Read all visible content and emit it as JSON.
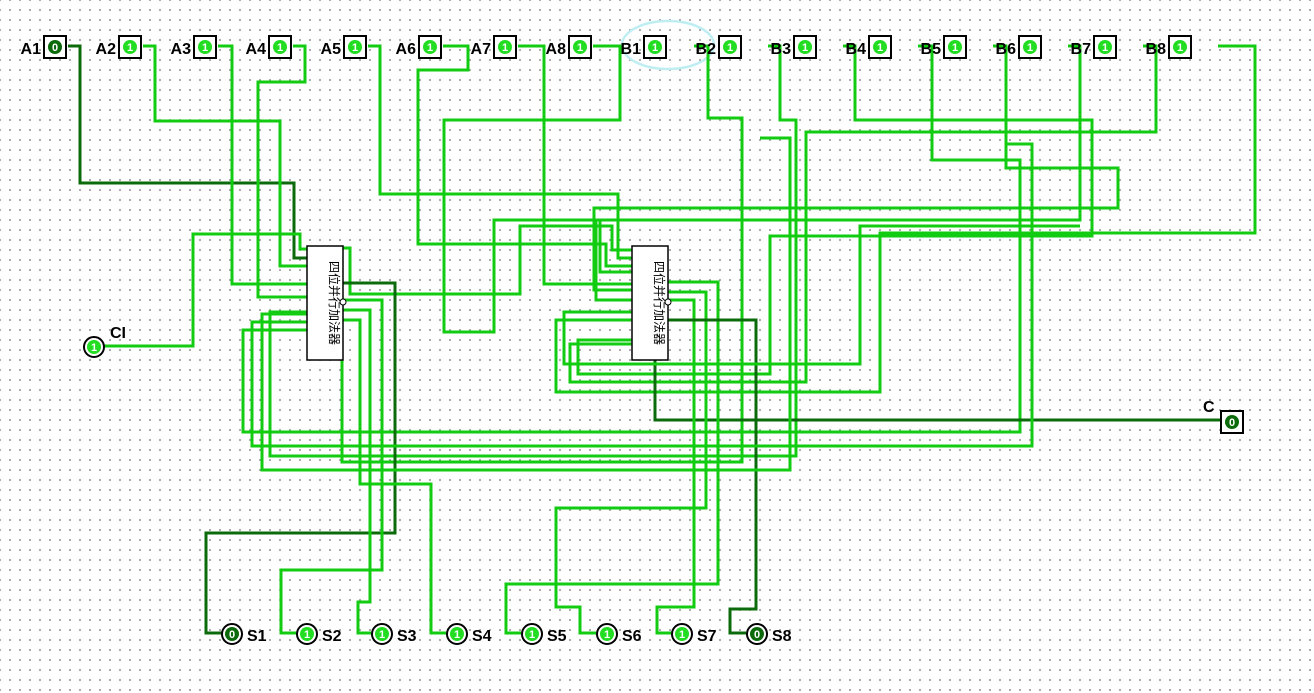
{
  "colors": {
    "wire_on": "#11cc11",
    "wire_off": "#0b6b0b",
    "led_on": "#22dd22",
    "led_off": "#0b6b0b",
    "selection": "#bfeef2"
  },
  "inputs": [
    {
      "label": "A1",
      "value": "0"
    },
    {
      "label": "A2",
      "value": "1"
    },
    {
      "label": "A3",
      "value": "1"
    },
    {
      "label": "A4",
      "value": "1"
    },
    {
      "label": "A5",
      "value": "1"
    },
    {
      "label": "A6",
      "value": "1"
    },
    {
      "label": "A7",
      "value": "1"
    },
    {
      "label": "A8",
      "value": "1"
    },
    {
      "label": "B1",
      "value": "1"
    },
    {
      "label": "B2",
      "value": "1"
    },
    {
      "label": "B3",
      "value": "1"
    },
    {
      "label": "B4",
      "value": "1"
    },
    {
      "label": "B5",
      "value": "1"
    },
    {
      "label": "B6",
      "value": "1"
    },
    {
      "label": "B7",
      "value": "1"
    },
    {
      "label": "B8",
      "value": "1"
    }
  ],
  "carry_in": {
    "label": "CI",
    "value": "1"
  },
  "carry_out": {
    "label": "C",
    "value": "0"
  },
  "outputs": [
    {
      "label": "S1",
      "value": "0"
    },
    {
      "label": "S2",
      "value": "1"
    },
    {
      "label": "S3",
      "value": "1"
    },
    {
      "label": "S4",
      "value": "1"
    },
    {
      "label": "S5",
      "value": "1"
    },
    {
      "label": "S6",
      "value": "1"
    },
    {
      "label": "S7",
      "value": "1"
    },
    {
      "label": "S8",
      "value": "0"
    }
  ],
  "chips": [
    {
      "label": "四位并行加法器"
    },
    {
      "label": "四位并行加法器"
    }
  ]
}
